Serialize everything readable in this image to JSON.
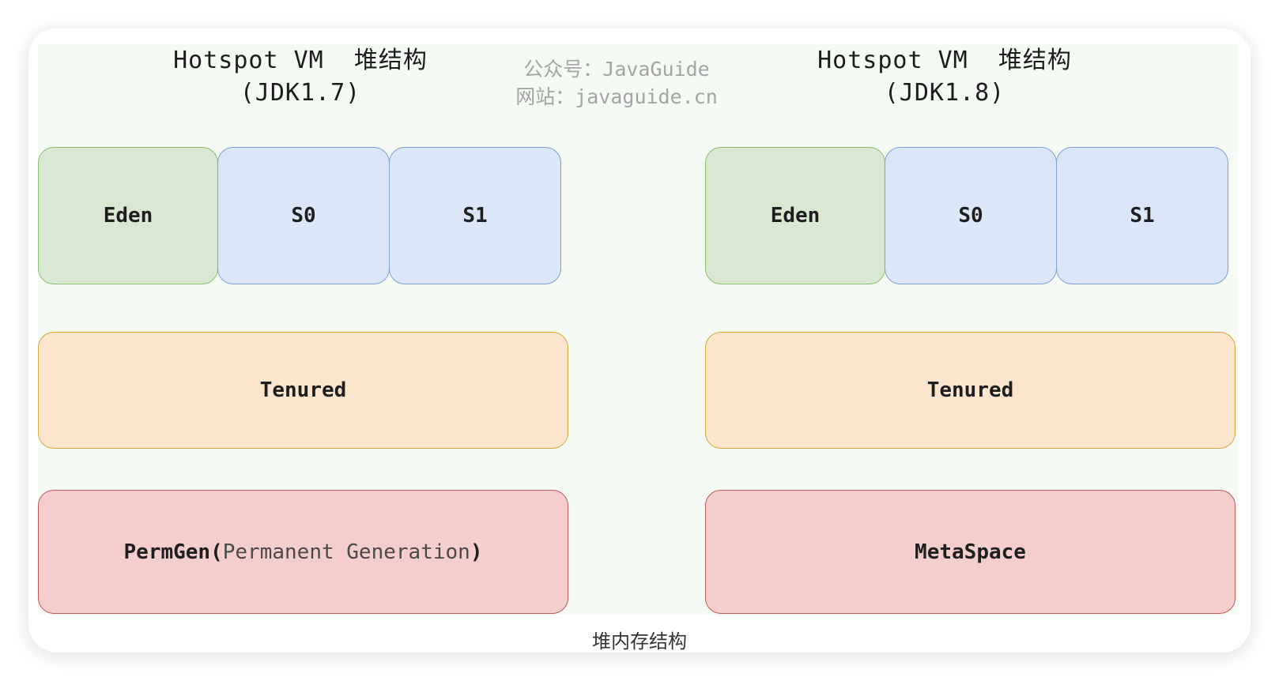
{
  "left": {
    "title_line1_en": "Hotspot VM",
    "title_line1_cn": "堆结构",
    "title_line2": "(JDK1.7)",
    "eden": "Eden",
    "s0": "S0",
    "s1": "S1",
    "tenured": "Tenured",
    "permgen_prefix": "PermGen(",
    "permgen_detail": "Permanent Generation",
    "permgen_suffix": ")"
  },
  "right": {
    "title_line1_en": "Hotspot VM",
    "title_line1_cn": "堆结构",
    "title_line2": "(JDK1.8)",
    "eden": "Eden",
    "s0": "S0",
    "s1": "S1",
    "tenured": "Tenured",
    "metaspace": "MetaSpace"
  },
  "watermark": {
    "line1": "公众号：JavaGuide",
    "line2": "网站：javaguide.cn"
  },
  "caption": "堆内存结构",
  "colors": {
    "eden_fill": "#d9e8d3",
    "survivor_fill": "#dbe6f8",
    "tenured_fill": "#fbe5cd",
    "perm_meta_fill": "#f3cecd",
    "canvas_bg": "#f5fbf4"
  }
}
